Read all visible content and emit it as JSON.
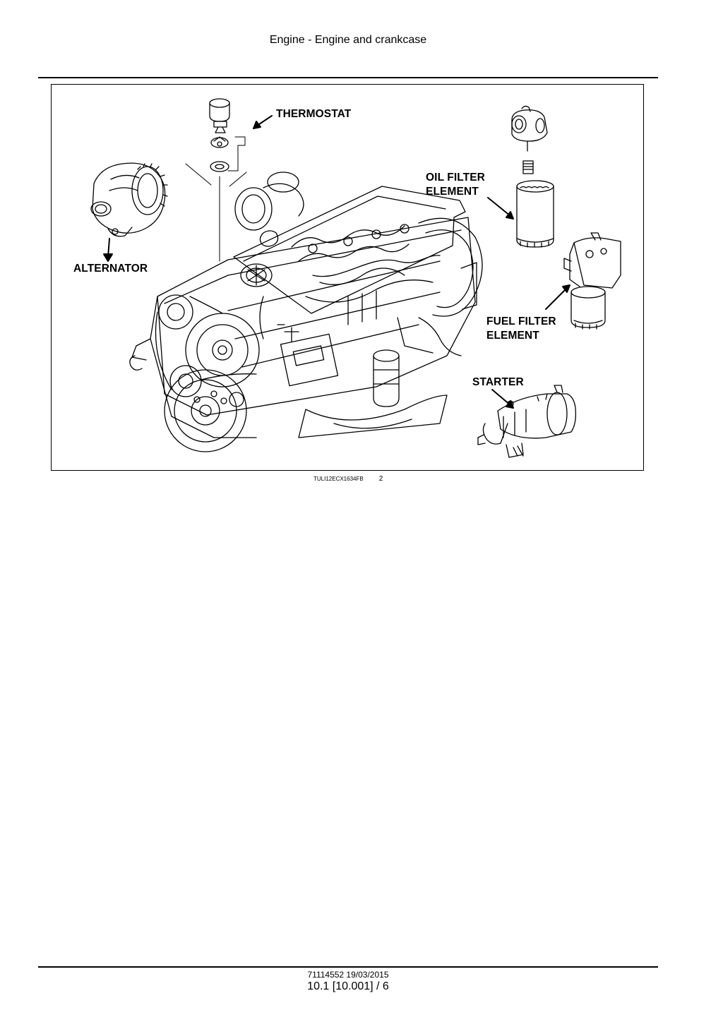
{
  "header": {
    "title": "Engine - Engine and crankcase"
  },
  "figure": {
    "labels": {
      "thermostat": "THERMOSTAT",
      "oil_filter_line1": "OIL FILTER",
      "oil_filter_line2": "ELEMENT",
      "alternator": "ALTERNATOR",
      "fuel_filter_line1": "FUEL FILTER",
      "fuel_filter_line2": "ELEMENT",
      "starter": "STARTER"
    },
    "caption": {
      "code": "TULI12ECX1634FB",
      "number": "2"
    }
  },
  "footer": {
    "reference": "71114552 19/03/2015",
    "page": "10.1 [10.001] / 6"
  }
}
